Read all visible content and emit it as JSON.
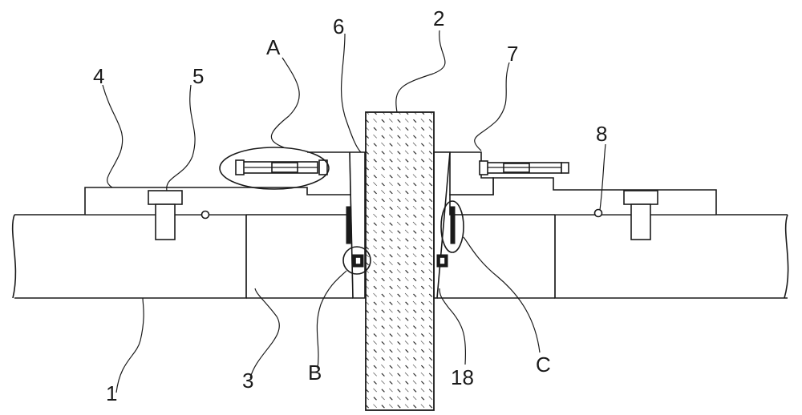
{
  "figure": {
    "labels": {
      "l1": "1",
      "l2": "2",
      "l3": "3",
      "l4": "4",
      "l5": "5",
      "l6": "6",
      "l7": "7",
      "l8": "8",
      "l18": "18",
      "lA": "A",
      "lB": "B",
      "lC": "C"
    }
  },
  "colors": {
    "line": "#1a1a1a",
    "background": "#ffffff"
  }
}
